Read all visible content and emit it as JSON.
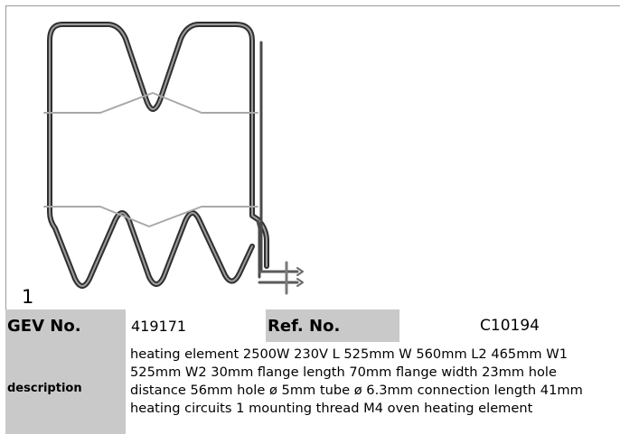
{
  "figure": {
    "number": "1",
    "icon": "heating-element-photo"
  },
  "spec": {
    "gev_label": "GEV No.",
    "gev_value": "419171",
    "ref_label": "Ref. No.",
    "ref_value": "C10194"
  },
  "description": {
    "label": "description",
    "text": "heating element 2500W 230V L 525mm W 560mm L2 465mm W1 525mm W2 30mm flange length 70mm flange width 23mm hole distance 56mm hole ø 5mm tube ø 6.3mm connection length 41mm heating circuits 1 mounting thread M4 oven heating element"
  },
  "colors": {
    "header_cell_bg": "#c9c9c9",
    "frame_border": "#9a9a9a",
    "element_tube": "#3a3a3a"
  }
}
